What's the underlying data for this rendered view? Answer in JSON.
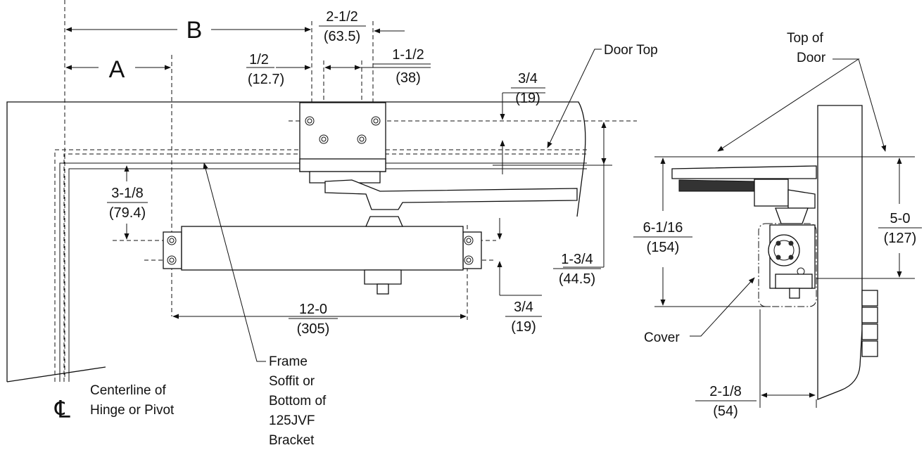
{
  "dimensions": {
    "A": "A",
    "B": "B",
    "d_2_1_2": "2-1/2",
    "d_63_5": "(63.5)",
    "d_1_2": "1/2",
    "d_12_7": "(12.7)",
    "d_1_1_2": "1-1/2",
    "d_38": "(38)",
    "d_3_4_top": "3/4",
    "d_19_top": "(19)",
    "d_3_1_8": "3-1/8",
    "d_79_4": "(79.4)",
    "d_12_0": "12-0",
    "d_305": "(305)",
    "d_3_4_bottom": "3/4",
    "d_19_bottom": "(19)",
    "d_1_3_4": "1-3/4",
    "d_44_5": "(44.5)",
    "d_6_1_16": "6-1/16",
    "d_154": "(154)",
    "d_5_0": "5-0",
    "d_127": "(127)",
    "d_2_1_8": "2-1/8",
    "d_54": "(54)"
  },
  "labels": {
    "door_top": "Door Top",
    "top_of_door_line1": "Top of",
    "top_of_door_line2": "Door",
    "cover": "Cover",
    "frame_line1": "Frame",
    "frame_line2": "Soffit or",
    "frame_line3": "Bottom of",
    "frame_line4": "125JVF",
    "frame_line5": "Bracket",
    "cl_symbol": "℄",
    "centerline_line1": "Centerline of",
    "centerline_line2": "Hinge or Pivot"
  }
}
